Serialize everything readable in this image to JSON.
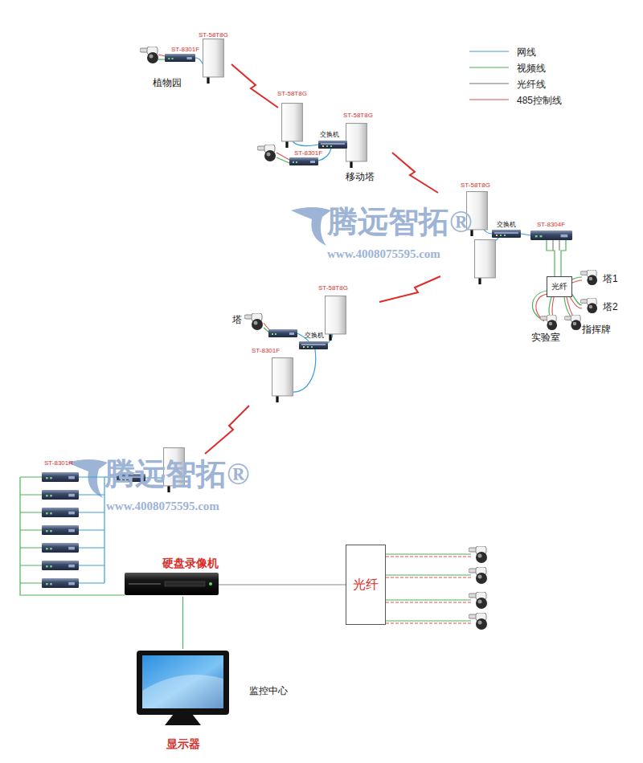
{
  "diagram": {
    "nodes": [
      {
        "text": [
          "光纤"
        ]
      },
      {
        "text": [
          "硬盘录像机"
        ]
      },
      {
        "text": [
          "光纤"
        ]
      },
      {
        "text": [
          "显示器"
        ]
      }
    ],
    "edges": [
      {
        "from": 1,
        "to": 2,
        "arrow": "none"
      },
      {
        "from": 1,
        "to": 3,
        "arrow": "none"
      }
    ],
    "labels": [
      "ST-58T8G",
      "ST-8301F",
      "植物园",
      "ST-58T8G",
      "ST-58T8G",
      "交换机",
      "ST-8301F",
      "移动塔",
      "ST-58T8G",
      "交换机",
      "ST-8304F",
      "塔1",
      "塔2",
      "实验室",
      "指挥牌",
      "ST-58T8G",
      "塔",
      "交换机",
      "ST-8301F",
      "ST-8301R",
      "监控中心",
      "腾远智拓®",
      "www.4008075595.com",
      "腾远智拓®",
      "www.4008075595.com"
    ],
    "legend": [
      {
        "text": "网线"
      },
      {
        "text": "视频线"
      },
      {
        "text": "光纤线"
      },
      {
        "text": "485控制线"
      }
    ]
  }
}
